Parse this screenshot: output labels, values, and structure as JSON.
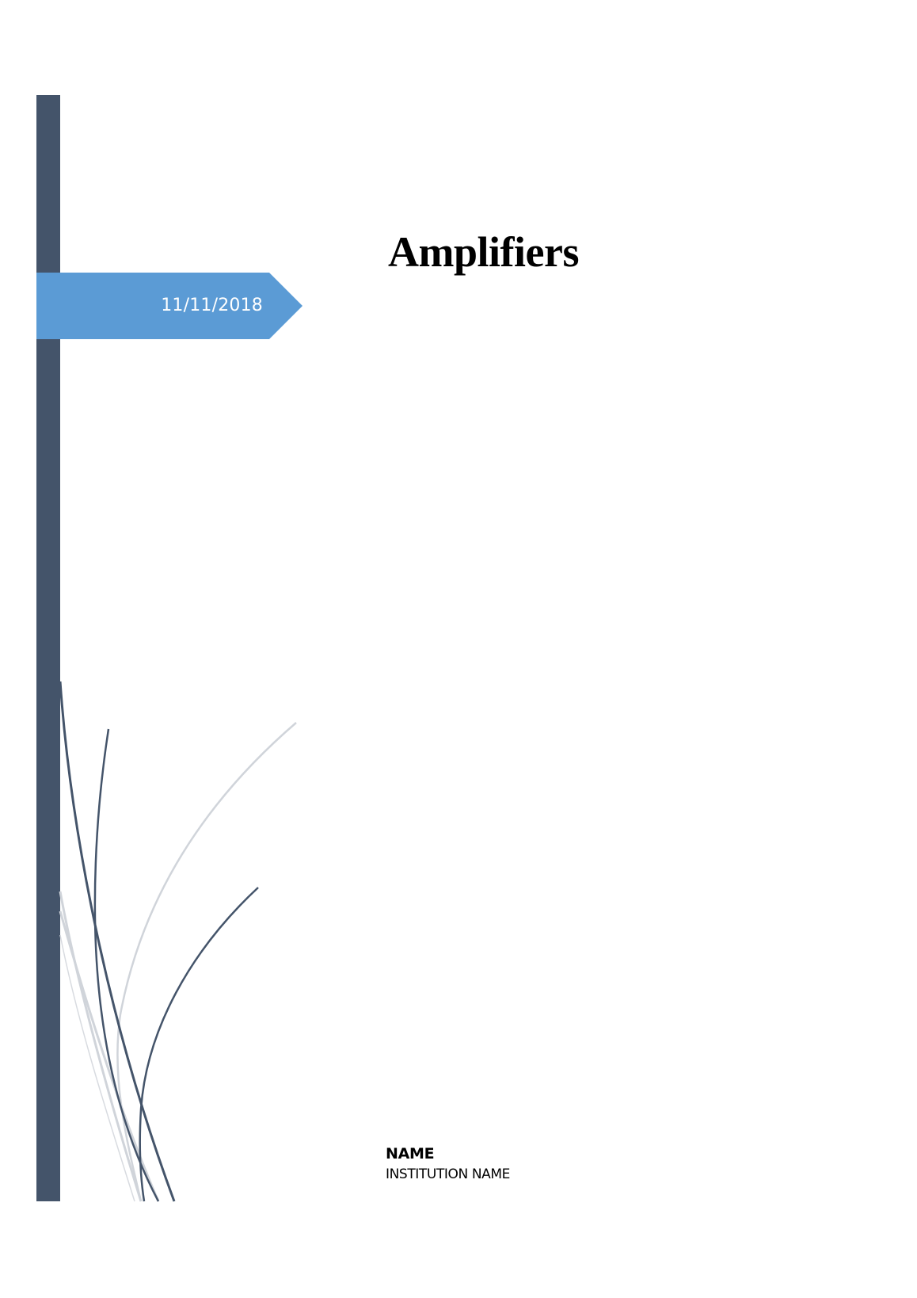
{
  "cover": {
    "title": "Amplifiers",
    "date": "11/11/2018",
    "author_name": "NAME",
    "institution_name": "INSTITUTION NAME"
  },
  "colors": {
    "sidebar": "#44546A",
    "banner": "#5B9BD5",
    "banner_text": "#FFFFFF",
    "curve_dark": "#44546A",
    "curve_light": "#D0D4DA"
  }
}
